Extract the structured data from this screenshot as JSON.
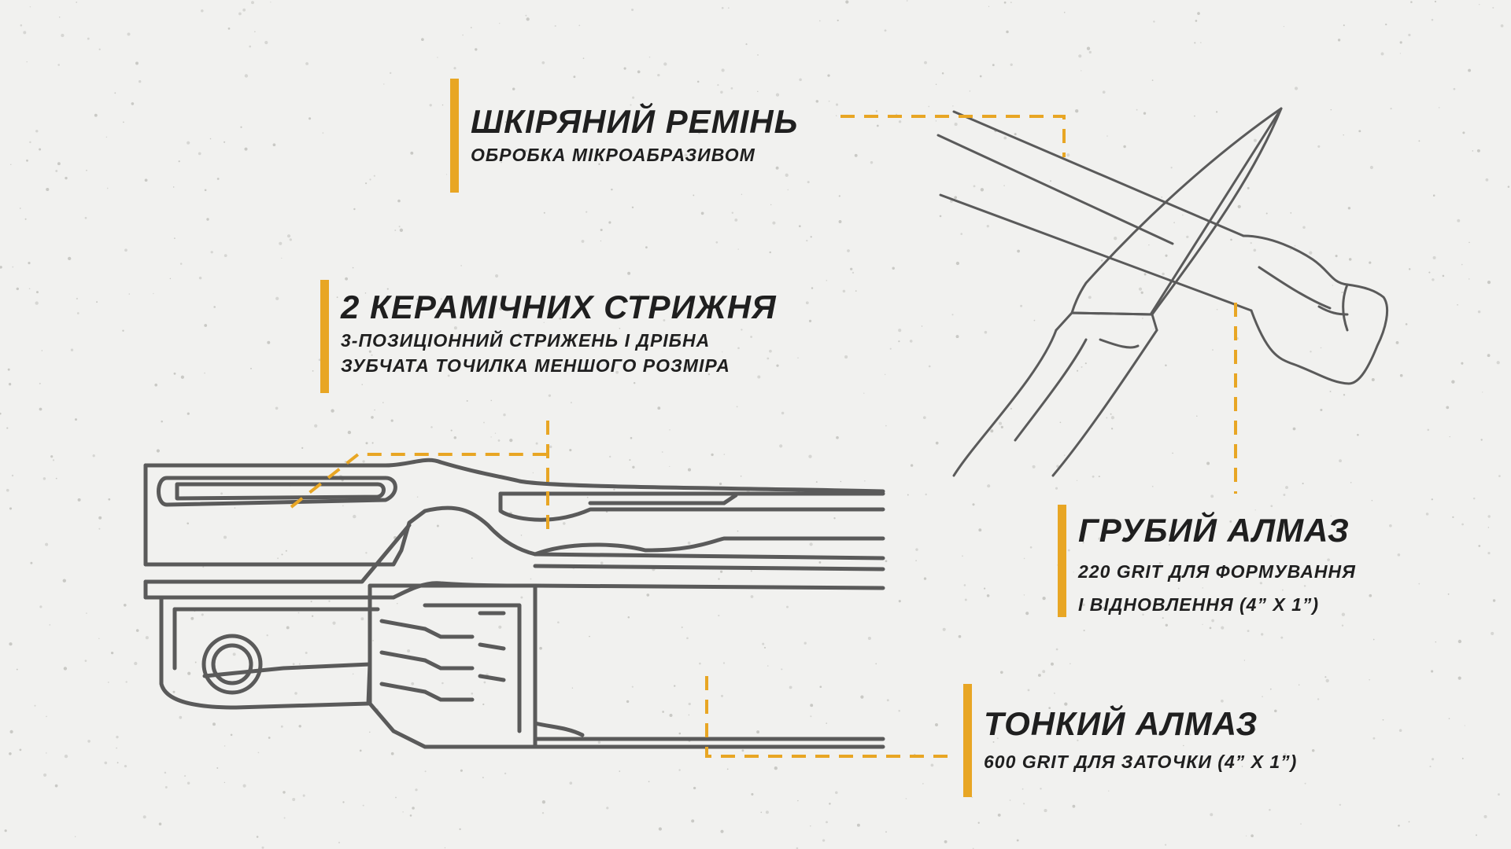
{
  "colors": {
    "background": "#f1f1ef",
    "accent": "#e8a624",
    "outline": "#5a5a5a",
    "text": "#1f1f1f"
  },
  "callouts": {
    "leather": {
      "title": "ШКІРЯНИЙ РЕМІНЬ",
      "desc": [
        "ОБРОБКА МІКРОАБРАЗИВОМ"
      ]
    },
    "ceramic": {
      "title": "2 КЕРАМІЧНИХ СТРИЖНЯ",
      "desc": [
        "3-ПОЗИЦІОННИЙ СТРИЖЕНЬ І ДРІБНА",
        "ЗУБЧАТА ТОЧИЛКА МЕНШОГО РОЗМІРА"
      ]
    },
    "coarse": {
      "title": "ГРУБИЙ АЛМАЗ",
      "desc": [
        "220 GRIT ДЛЯ ФОРМУВАННЯ",
        "І ВІДНОВЛЕННЯ  (4” X 1”)"
      ]
    },
    "fine": {
      "title": "ТОНКИЙ АЛМАЗ",
      "desc": [
        "600 GRIT ДЛЯ ЗАТОЧКИ (4” X 1”)"
      ]
    }
  }
}
